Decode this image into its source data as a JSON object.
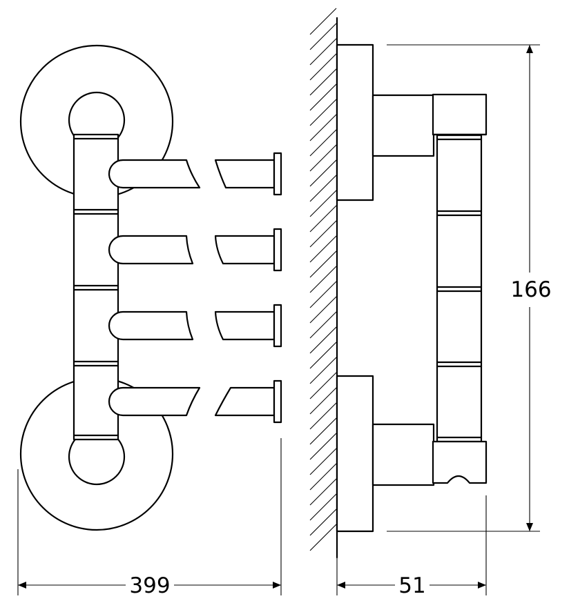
{
  "dimensions": {
    "width": "399",
    "depth": "51",
    "height": "166"
  },
  "colors": {
    "line": "#000000",
    "background": "#ffffff"
  },
  "views": {
    "front": {
      "arm_count": 4
    },
    "side": {
      "segment_count": 4
    }
  }
}
